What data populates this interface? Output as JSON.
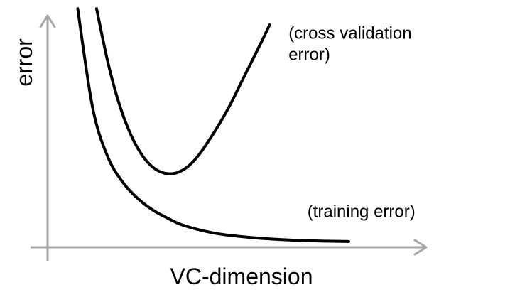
{
  "chart_data": {
    "type": "line",
    "title": "",
    "xlabel": "VC-dimension",
    "ylabel": "error",
    "xlim": [
      0,
      10
    ],
    "ylim": [
      0,
      10
    ],
    "grid": false,
    "legend": "none",
    "axis_color": "#a6a6a6",
    "line_color": "#000000",
    "series": [
      {
        "values_x": [
          0.8,
          1.2,
          1.6,
          2.0,
          2.4,
          2.8,
          3.2,
          3.6,
          4.4,
          5.2,
          6.0,
          7.0,
          8.0
        ],
        "values_y": [
          10.3,
          6.0,
          3.9,
          2.8,
          2.1,
          1.6,
          1.25,
          0.95,
          0.62,
          0.45,
          0.35,
          0.28,
          0.25
        ]
      },
      {
        "values_x": [
          1.3,
          1.6,
          1.9,
          2.2,
          2.5,
          2.8,
          3.1,
          3.4,
          3.7,
          4.0,
          4.4,
          4.8,
          5.2,
          5.6,
          5.9
        ],
        "values_y": [
          10.3,
          8.0,
          6.2,
          4.9,
          4.0,
          3.45,
          3.2,
          3.2,
          3.45,
          3.95,
          4.9,
          6.0,
          7.3,
          8.6,
          9.6
        ]
      }
    ],
    "annotations": [
      {
        "lines": [
          "(cross validation",
          "error)"
        ],
        "at_x": 6.4,
        "at_y": 9.0
      },
      {
        "lines": [
          "(training error)"
        ],
        "at_x": 6.9,
        "at_y": 1.3
      }
    ]
  }
}
